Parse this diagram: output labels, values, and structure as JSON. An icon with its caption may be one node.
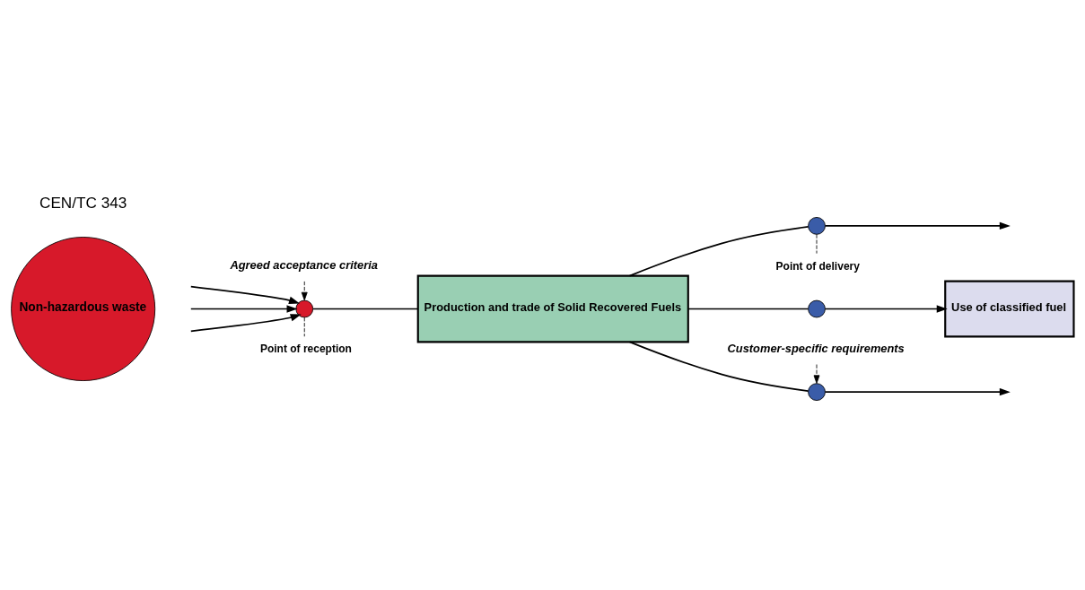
{
  "diagram": {
    "nodes": [
      {
        "text": [
          "Non-hazardous waste"
        ]
      },
      {
        "text": [
          "Agreed acceptance criteria"
        ]
      },
      {
        "text": [],
        "shape": "circle"
      },
      {
        "text": [
          "Production and trade of Solid Recovered Fuels"
        ]
      },
      {
        "text": [
          "Customer-specific requirements"
        ]
      },
      {
        "text": [],
        "shape": "circle"
      },
      {
        "text": [],
        "shape": "circle"
      },
      {
        "text": [],
        "shape": "circle"
      },
      {
        "text": [
          "Use of classified fuel"
        ]
      },
      {
        "text": [
          "Point of reception"
        ]
      },
      {
        "text": [
          "Point of delivery"
        ]
      }
    ],
    "edges": [
      {
        "from": null,
        "to": 2,
        "arrow": "to"
      },
      {
        "from": null,
        "to": 2,
        "arrow": "to"
      },
      {
        "from": null,
        "to": 2,
        "arrow": "to"
      },
      {
        "from": 2,
        "to": 3,
        "arrow": "none"
      },
      {
        "from": 3,
        "to": 5,
        "arrow": "none"
      },
      {
        "from": 3,
        "to": 6,
        "arrow": "none"
      },
      {
        "from": 3,
        "to": 7,
        "arrow": "none"
      },
      {
        "from": 5,
        "to": null,
        "arrow": "to"
      },
      {
        "from": 6,
        "to": 8,
        "arrow": "to"
      },
      {
        "from": 7,
        "to": null,
        "arrow": "to"
      },
      {
        "from": 1,
        "to": 2,
        "arrow": "to",
        "style": "dashed"
      },
      {
        "from": 4,
        "to": 5,
        "arrow": "to",
        "style": "dashed"
      },
      {
        "from": 2,
        "to": 9,
        "arrow": "none",
        "style": "dashed"
      },
      {
        "from": 7,
        "to": 10,
        "arrow": "none",
        "style": "dashed"
      }
    ],
    "labels": [
      "CEN/TC 343"
    ]
  }
}
